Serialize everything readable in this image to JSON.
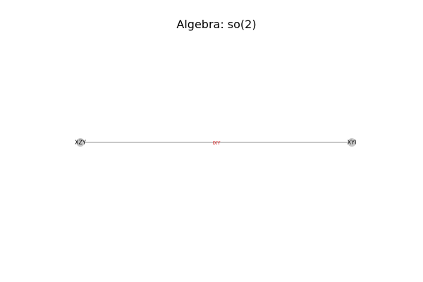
{
  "title": "Algebra: so(2)",
  "graph": {
    "nodes": [
      {
        "id": "n1",
        "label": "XZY"
      },
      {
        "id": "n2",
        "label": "XYI"
      }
    ],
    "edges": [
      {
        "from": "n1",
        "to": "n2",
        "label": "IXY"
      }
    ]
  },
  "colors": {
    "background": "#ffffff",
    "node_fill": "#c8c8c8",
    "edge_stroke": "#a6a6a6",
    "edge_label": "#d62728",
    "text": "#000000"
  }
}
